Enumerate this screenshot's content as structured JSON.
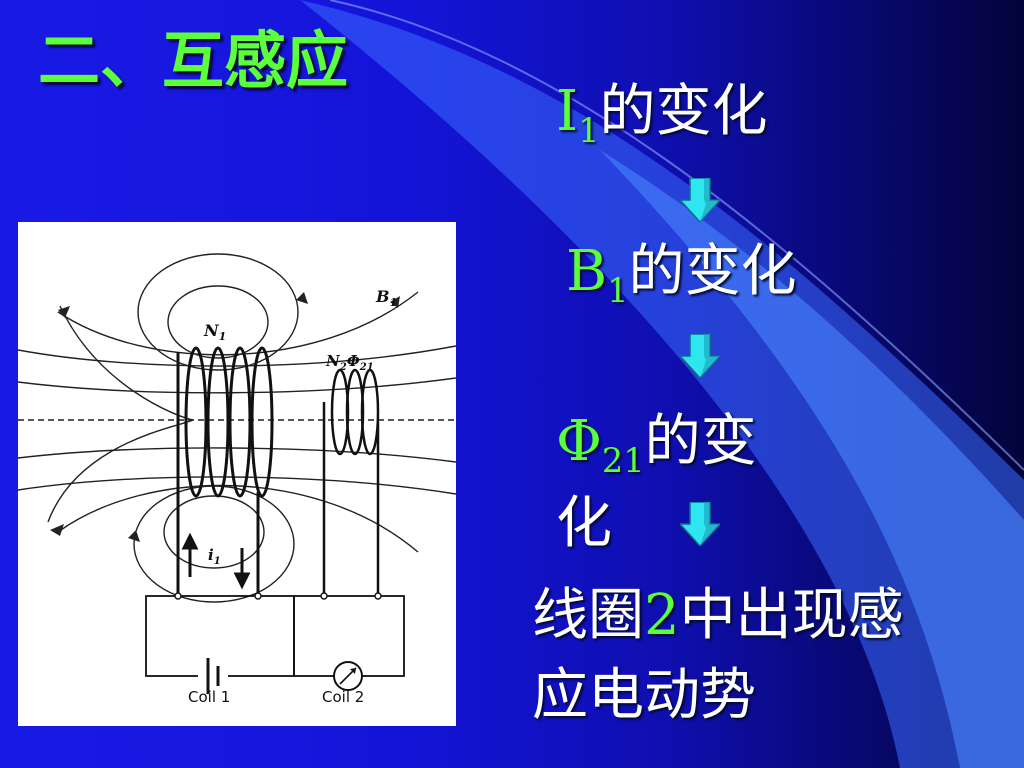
{
  "title": {
    "text": "二、互感应",
    "color": "#5bff3c"
  },
  "accent_green": "#5bff3c",
  "steps": [
    {
      "symbol": "I",
      "subscript": "1",
      "text": "的变化"
    },
    {
      "symbol": "B",
      "subscript": "1",
      "text": "的变化"
    },
    {
      "symbol": "Φ",
      "subscript": "21",
      "text_line1": "的变",
      "text_line2": "化"
    }
  ],
  "conclusion": {
    "prefix": "线圈",
    "number": "2",
    "suffix_line1": "中出现感",
    "line2": "应电动势"
  },
  "diagram": {
    "labels": {
      "b1": "B",
      "b1_sub": "1",
      "n1": "N",
      "n1_sub": "1",
      "n2phi": "N",
      "n2_sub": "2",
      "phi": "Φ",
      "phi_sub": "21",
      "i1": "i",
      "i1_sub": "1",
      "coil1": "Coil 1",
      "coil2": "Coil 2"
    }
  },
  "arrow_icon": "down-arrow-icon",
  "colors": {
    "arrow_fill": "#2ee6f0",
    "arrow_shade": "#1a9fb8"
  }
}
